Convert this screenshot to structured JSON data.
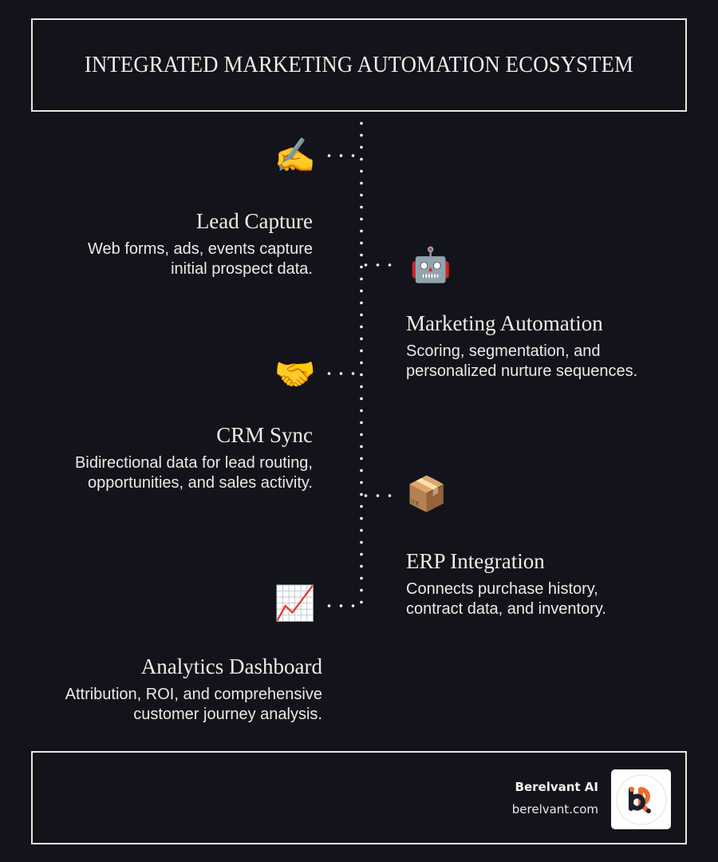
{
  "header": {
    "title": "INTEGRATED MARKETING AUTOMATION ECOSYSTEM"
  },
  "steps": [
    {
      "id": "lead-capture",
      "side": "left",
      "icon": "writing-hand-icon",
      "emoji": "✍️",
      "title": "Lead Capture",
      "description": "Web forms, ads, events capture\ninitial prospect data."
    },
    {
      "id": "marketing-automation",
      "side": "right",
      "icon": "robot-icon",
      "emoji": "🤖",
      "title": "Marketing Automation",
      "description": "Scoring, segmentation, and\npersonalized nurture sequences."
    },
    {
      "id": "crm-sync",
      "side": "left",
      "icon": "handshake-icon",
      "emoji": "🤝",
      "title": "CRM Sync",
      "description": "Bidirectional data for lead routing,\nopportunities, and sales activity."
    },
    {
      "id": "erp-integration",
      "side": "right",
      "icon": "package-icon",
      "emoji": "📦",
      "title": "ERP Integration",
      "description": "Connects purchase history,\ncontract data, and inventory."
    },
    {
      "id": "analytics-dashboard",
      "side": "left",
      "icon": "chart-increasing-icon",
      "emoji": "📈",
      "title": "Analytics Dashboard",
      "description": "Attribution, ROI, and comprehensive\ncustomer journey analysis."
    }
  ],
  "footer": {
    "brand_name": "Berelvant AI",
    "brand_url": "berelvant.com",
    "logo_icon": "berelvant-logo-icon"
  },
  "colors": {
    "background": "#13131b",
    "border": "#ebe8e1",
    "text": "#eeece6",
    "logo_orange": "#f26b2a",
    "logo_dark": "#1c1f2a"
  }
}
